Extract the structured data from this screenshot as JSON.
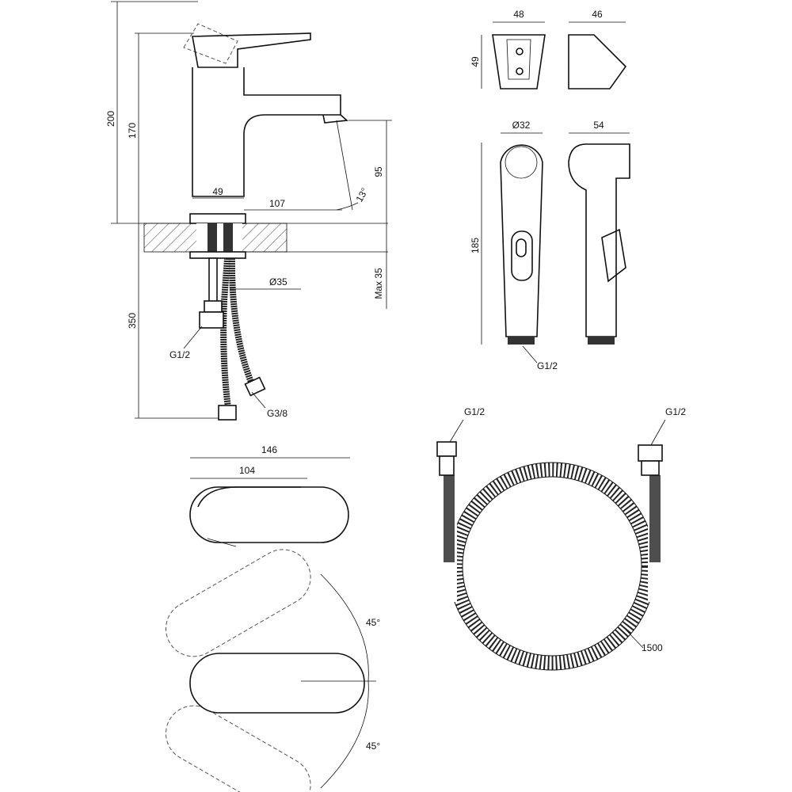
{
  "faucet": {
    "height_total": "200",
    "height_spout": "170",
    "body_width": "49",
    "spout_reach": "107",
    "spout_clearance": "95",
    "spout_angle": "13°",
    "max_counter": "Max 35",
    "hole_diameter": "Ø35",
    "hose_length": "350",
    "inlet_thread": "G1/2",
    "hose_thread": "G3/8"
  },
  "holder": {
    "front_width": "48",
    "side_width": "46",
    "height": "49"
  },
  "shower_head": {
    "diameter": "Ø32",
    "depth": "54",
    "length": "185",
    "thread": "G1/2"
  },
  "lever_top": {
    "overall": "146",
    "lever": "104",
    "rotation_up": "45°",
    "rotation_down": "45°"
  },
  "hose": {
    "thread_left": "G1/2",
    "thread_right": "G1/2",
    "length": "1500"
  }
}
